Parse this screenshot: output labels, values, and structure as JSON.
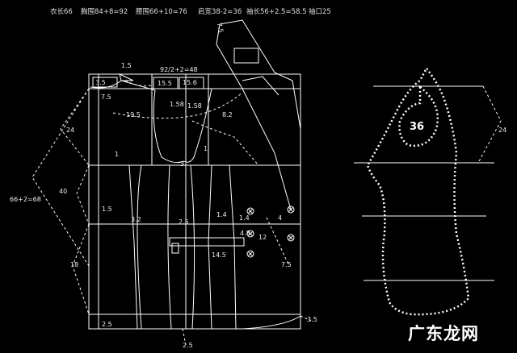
{
  "header": {
    "length": "衣长66",
    "chest": "胸围84+8=92",
    "waist": "腰围66+10=76",
    "shoulder": "肩宽38-2=36",
    "sleeve": "袖长56+2.5=58.5",
    "cuff": "袖口25"
  },
  "body_labels": {
    "top_half": "92/2+2=48",
    "shoulder_15": "1.5",
    "neck_35": "3.5",
    "neck_75": "7.5",
    "dart_155": "15.5",
    "dart_156": "15.6",
    "side_158a": "1.58",
    "side_158b": "1.58",
    "dart_195": "19.5",
    "dart_82": "8.2",
    "armhole_24": "24",
    "waist_68": "66+2=68",
    "len_40": "40",
    "len_18": "18",
    "hip_15": "1.5",
    "one_a": "1",
    "one_b": "1",
    "three": "3",
    "three_two": "3.2",
    "two_five_mid": "2.5",
    "one_four_a": "1.4",
    "one_four_b": "1.4",
    "four": "4",
    "four_eight": "4.8",
    "pocket_145": "14.5",
    "twelve": "12",
    "seven_five_low": "7.5",
    "hem_25": "2.5",
    "bottom_25": "2.5",
    "corner_35": "3.5",
    "lapel_75": "7.5"
  },
  "sleeve": {
    "cap_label": "36",
    "width_label": "24"
  },
  "watermark": "广东龙网",
  "colors": {
    "background": "#000000",
    "line": "#ffffff"
  }
}
